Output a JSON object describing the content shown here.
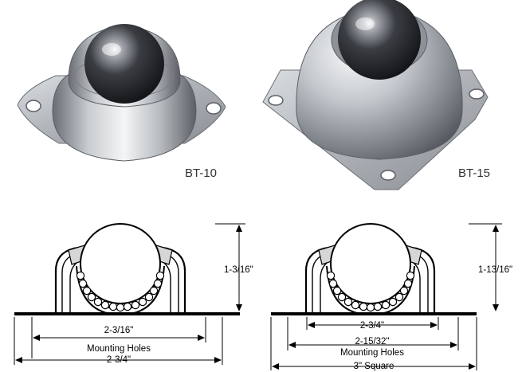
{
  "products": {
    "bt10": {
      "model": "BT-10"
    },
    "bt15": {
      "model": "BT-15"
    }
  },
  "drawings": {
    "bt10": {
      "height": "1-3/16\"",
      "mounting_holes_spacing": "2-3/16\"",
      "mounting_holes_label": "Mounting Holes",
      "overall_length": "2-3/4\""
    },
    "bt15": {
      "height": "1-13/16\"",
      "inner_width": "2-3/4\"",
      "mounting_holes_spacing": "2-15/32\"",
      "mounting_holes_label": "Mounting Holes",
      "overall_square": "3\" Square"
    }
  },
  "colors": {
    "steel_dark": "#5c6066",
    "steel_light": "#e6e8eb",
    "ball_dark": "#1e2024",
    "ink": "#000000"
  }
}
